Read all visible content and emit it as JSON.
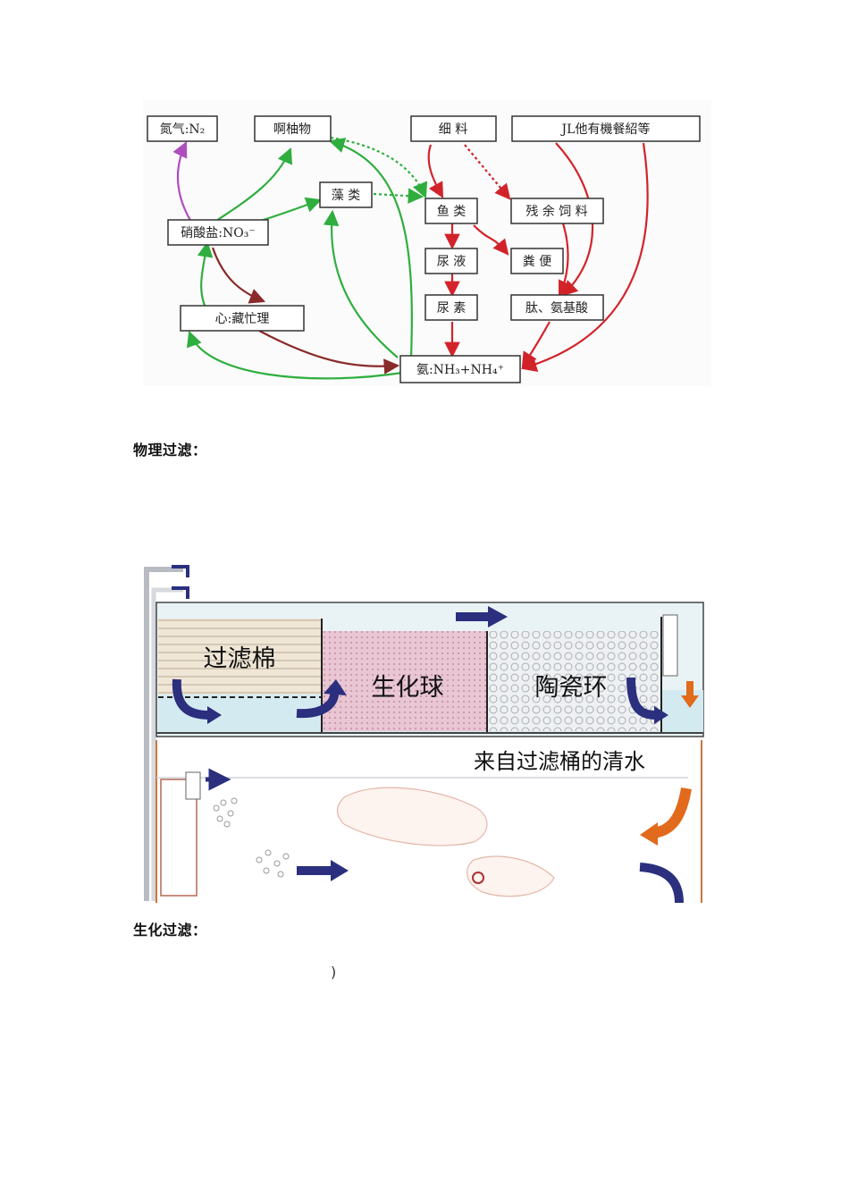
{
  "nitrogen_cycle": {
    "boxes": {
      "n2": "氮气:N₂",
      "plants": "啊柚物",
      "bait": "细 料",
      "other": "JL他有機餐紹等",
      "algae": "藻 类",
      "fish": "鱼 类",
      "leftover": "残 余 饲 料",
      "nitrate": "硝酸盐:NO₃⁻",
      "urine": "尿 液",
      "feces": "粪 便",
      "urea": "尿 素",
      "amino": "肽、氨基酸",
      "nitrite": "心:藏忙理",
      "ammonia": "氨:NH₃+NH₄⁺"
    }
  },
  "sections": {
    "physical_heading": "物理过滤：",
    "bio_heading": "生化过滤：",
    "stray_paren": ")"
  },
  "tank": {
    "cotton": "过滤棉",
    "bioball": "生化球",
    "ceramic": "陶瓷环",
    "clear_water": "来自过滤桶的清水"
  },
  "colors": {
    "arrow_blue": "#2b2f7e",
    "arrow_red": "#d3232a",
    "arrow_green": "#2fae3f",
    "arrow_brown": "#8a2a2a",
    "arrow_purple": "#b04cc0",
    "arrow_orange": "#e26a1c",
    "bioball_pink": "#e8c6d3",
    "water_blue": "#d4eaf1",
    "cotton_beige": "#f0e6d6"
  }
}
